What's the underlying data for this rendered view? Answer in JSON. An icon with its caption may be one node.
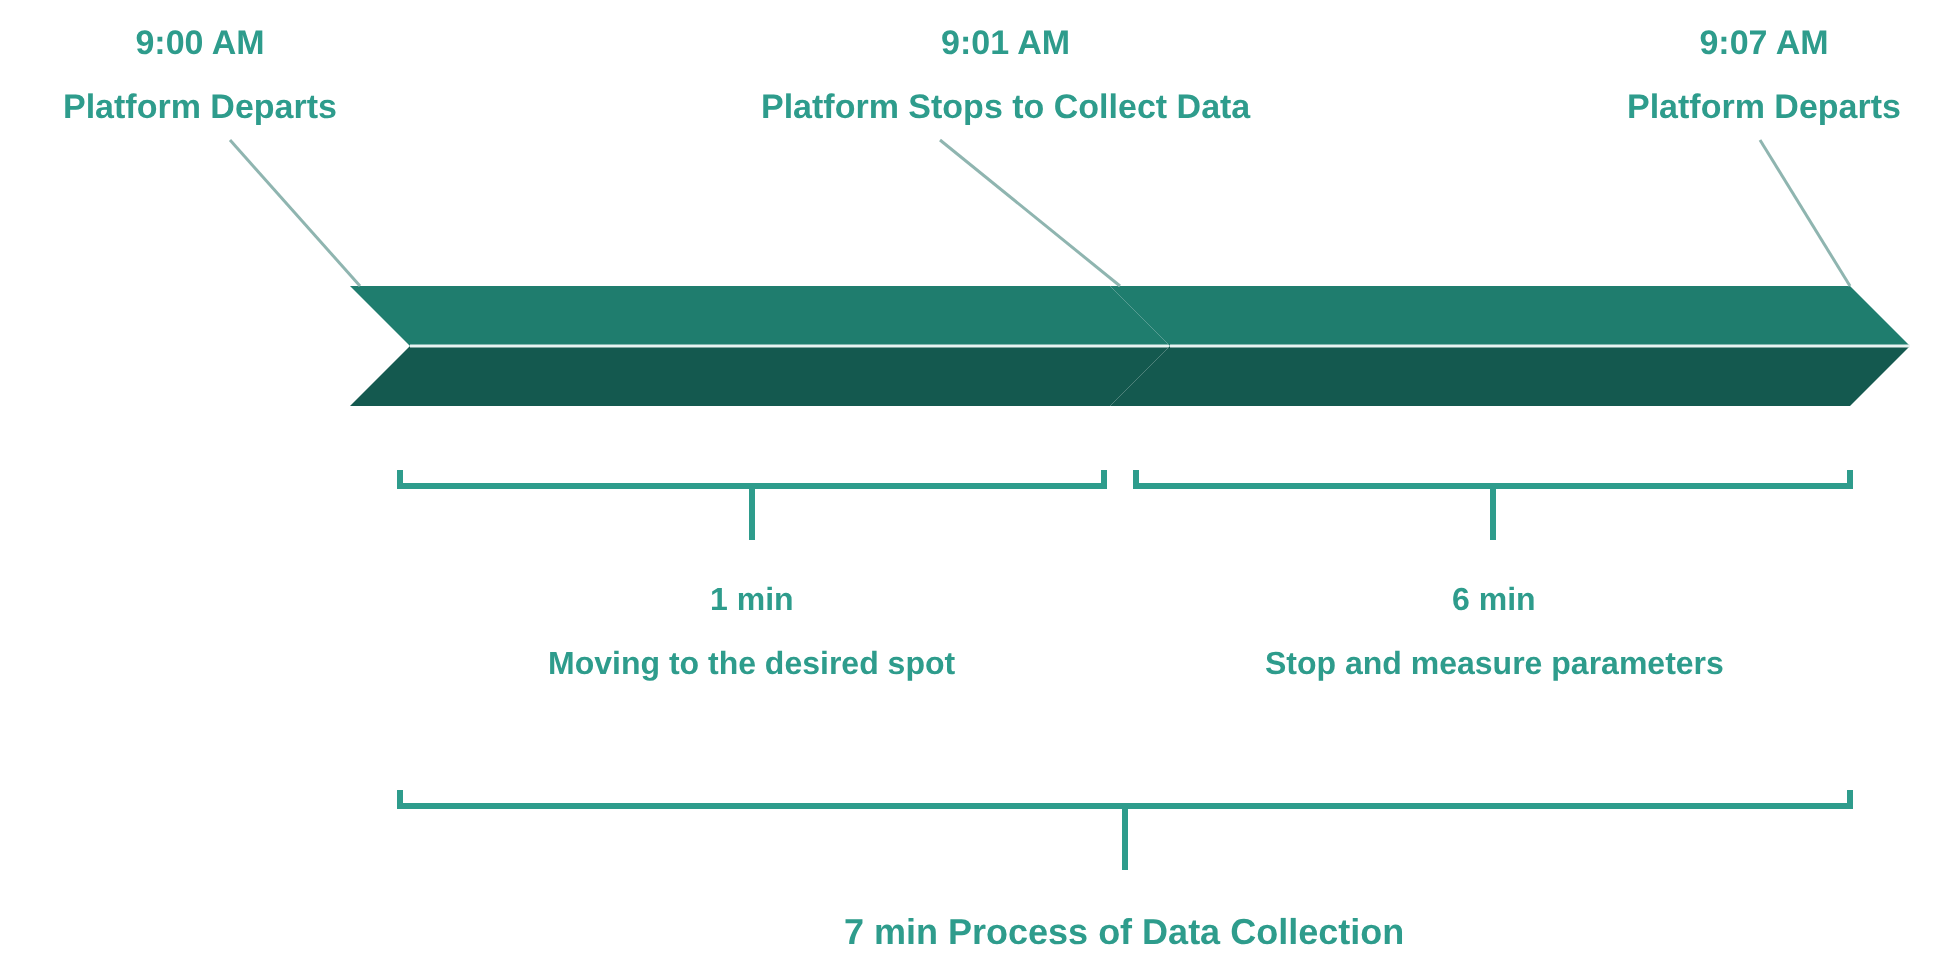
{
  "diagram": {
    "nodes": [
      {
        "text": [
          "9:00 AM",
          "Platform Departs"
        ]
      },
      {
        "text": [
          "9:01 AM",
          "Platform Stops to Collect Data"
        ]
      },
      {
        "text": [
          "9:07 AM",
          "Platform Departs"
        ]
      },
      {
        "text": [],
        "shape": "bar"
      },
      {
        "text": [],
        "shape": "bar"
      }
    ],
    "edges": [
      {
        "from": 0,
        "to": 3,
        "arrow": "none"
      },
      {
        "from": 1,
        "to": 4,
        "arrow": "none"
      },
      {
        "from": 2,
        "to": 4,
        "arrow": "none"
      }
    ],
    "labels": [
      "1 min",
      "Moving to the desired spot",
      "6 min",
      "Stop and measure parameters",
      "7 min Process of Data Collection"
    ]
  }
}
